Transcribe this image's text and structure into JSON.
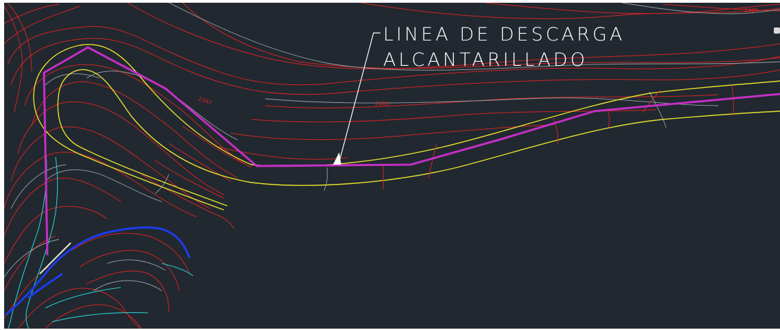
{
  "annotation": {
    "line1": "LINEA DE DESCARGA",
    "line2": "ALCANTARILLADO"
  },
  "elevation_labels": {
    "label_top_right": "2405",
    "label_center": "2400",
    "label_left": "2397"
  },
  "colors": {
    "background": "#212830",
    "contour_major": "#d42424",
    "contour_minor": "#9aa0a6",
    "road_edges": "#e9e22c",
    "discharge_line": "#c62fc6",
    "stream": "#25d0d0",
    "river": "#1c3cf0",
    "annotation": "#ffffff"
  }
}
